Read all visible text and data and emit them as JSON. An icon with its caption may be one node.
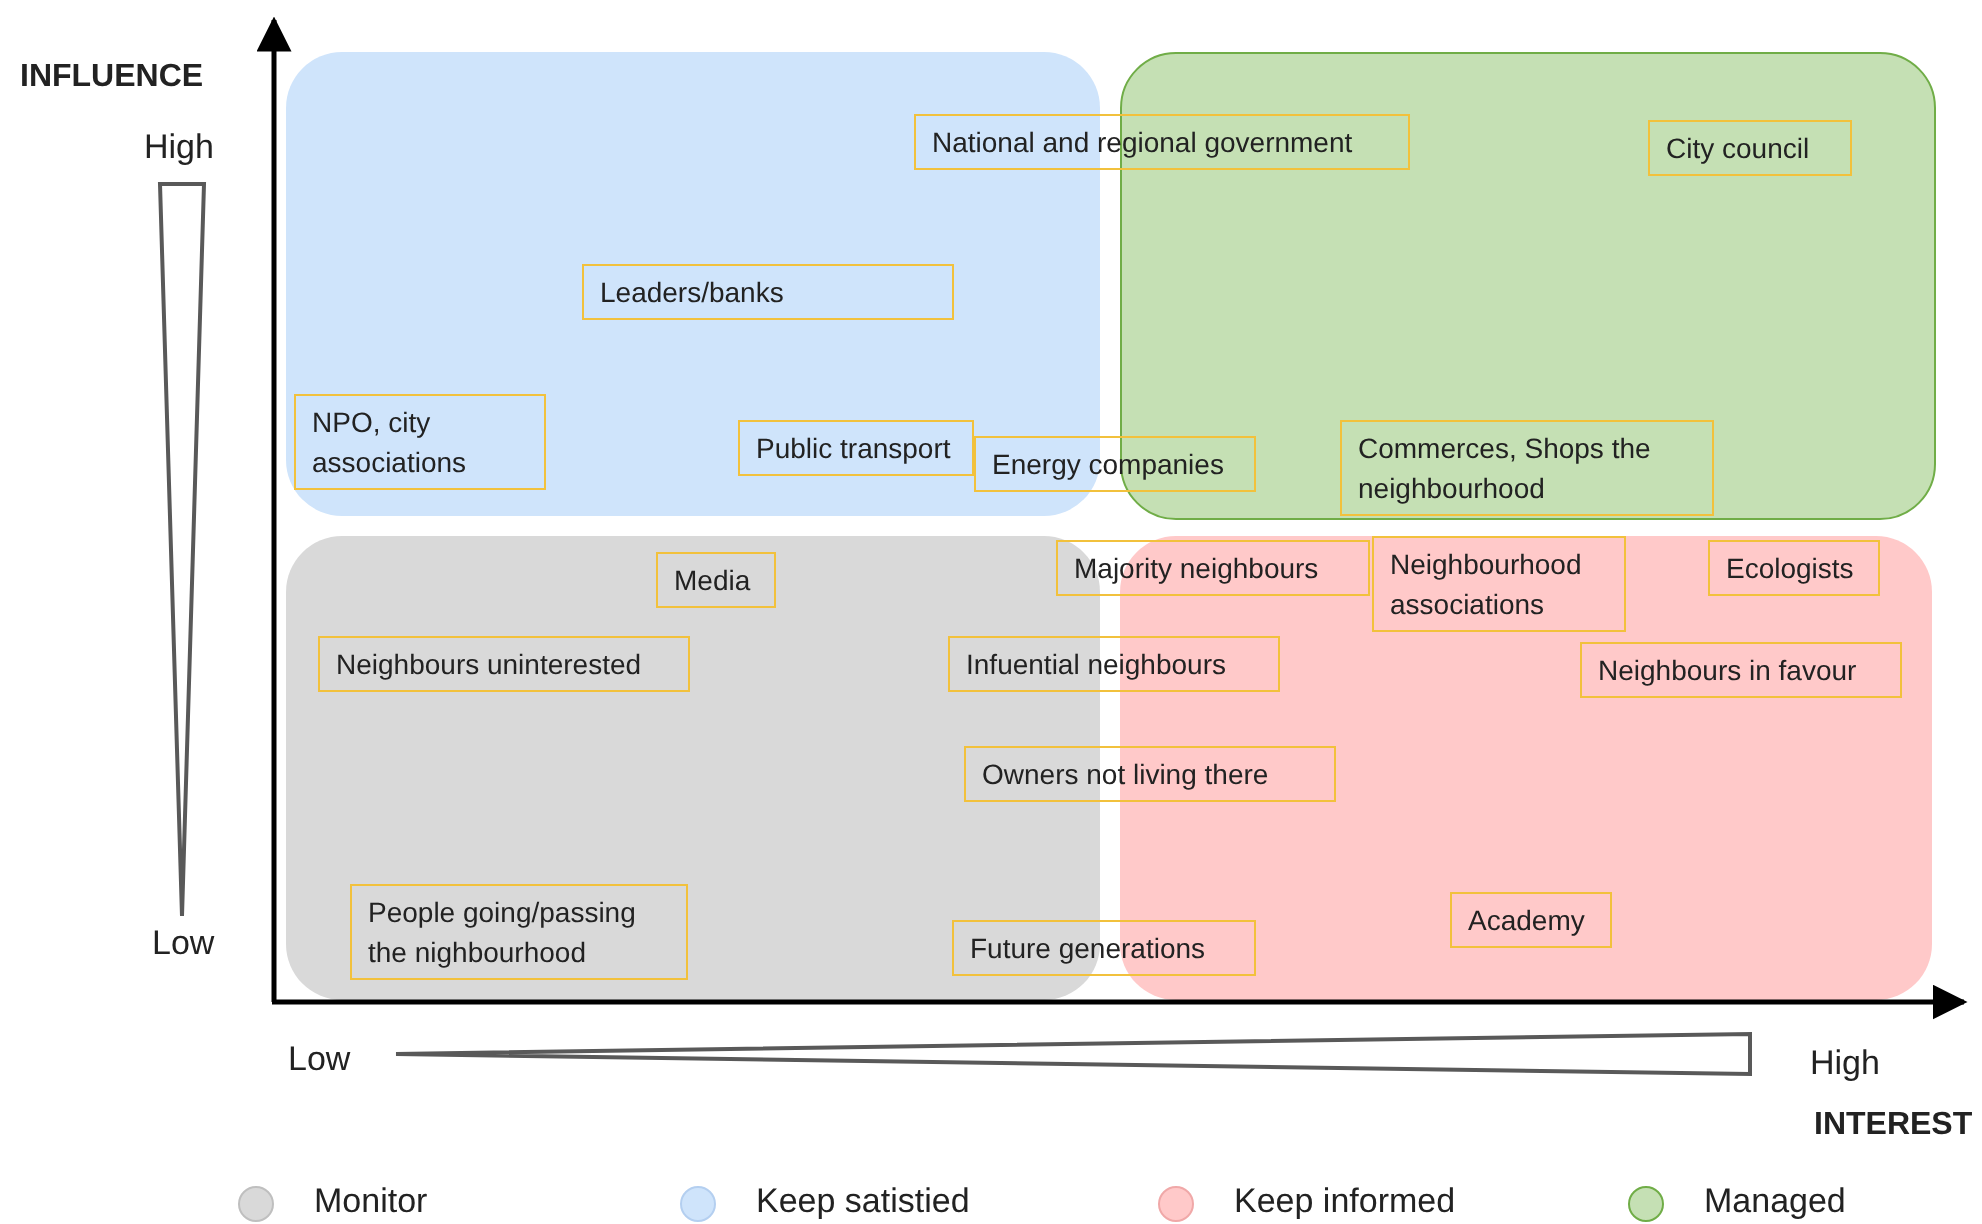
{
  "diagram": {
    "nodes": [
      {
        "text": [
          "National and regional government"
        ]
      },
      {
        "text": [
          "City council"
        ]
      },
      {
        "text": [
          "Leaders/banks"
        ]
      },
      {
        "text": [
          "NPO, city associations"
        ]
      },
      {
        "text": [
          "Public transport"
        ]
      },
      {
        "text": [
          "Energy companies"
        ]
      },
      {
        "text": [
          "Commerces, Shops the neighbourhood"
        ]
      },
      {
        "text": [
          "Majority neighbours"
        ]
      },
      {
        "text": [
          "Neighbourhood associations"
        ]
      },
      {
        "text": [
          "Ecologists"
        ]
      },
      {
        "text": [
          "Media"
        ]
      },
      {
        "text": [
          "Neighbours uninterested"
        ]
      },
      {
        "text": [
          "Infuential neighbours"
        ]
      },
      {
        "text": [
          "Neighbours in favour"
        ]
      },
      {
        "text": [
          "Owners not living there"
        ]
      },
      {
        "text": [
          "People going/passing the nighbourhood"
        ]
      },
      {
        "text": [
          "Academy"
        ]
      },
      {
        "text": [
          "Future generations"
        ]
      }
    ],
    "labels": [
      "INFLUENCE",
      "High",
      "Low",
      "Low",
      "High",
      "INTEREST"
    ],
    "legend": [
      {
        "text": "Monitor",
        "color": "#d9d9d9"
      },
      {
        "text": "Keep satistied",
        "color": "#cfe4fb"
      },
      {
        "text": "Keep informed",
        "color": "#ffc9c9"
      },
      {
        "text": "Managed",
        "color": "#c5e0b4"
      }
    ]
  }
}
